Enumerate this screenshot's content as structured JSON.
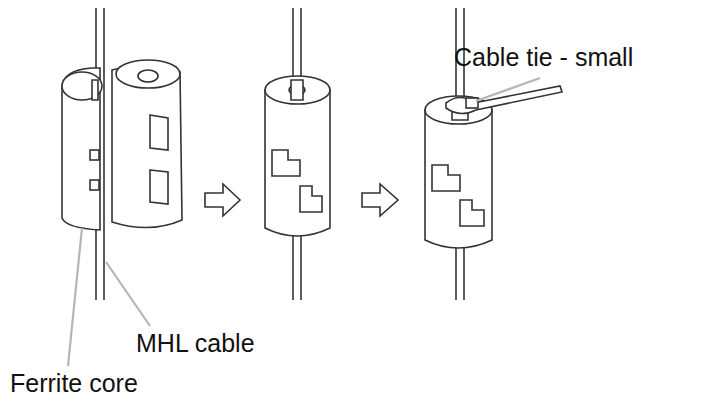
{
  "diagram": {
    "labels": [
      "Cable tie - small",
      "MHL cable",
      "Ferrite core"
    ]
  }
}
